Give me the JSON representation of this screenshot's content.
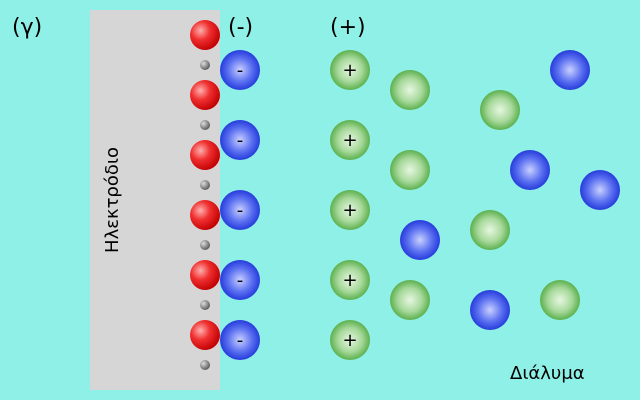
{
  "panel_label": "(γ)",
  "electrode_label": "Ηλεκτρόδιο",
  "solution_label": "Διάλυμα",
  "negative_layer_label": "(-)",
  "positive_layer_label": "(+)",
  "anion_sign": "-",
  "cation_sign": "+",
  "colors": {
    "background": "#8ef0e6",
    "electrode": "#d6d6d6",
    "surface_charge": "#e01010",
    "anion": "#1a2fd6",
    "cation": "#4aa63a",
    "electron": "#777777"
  }
}
